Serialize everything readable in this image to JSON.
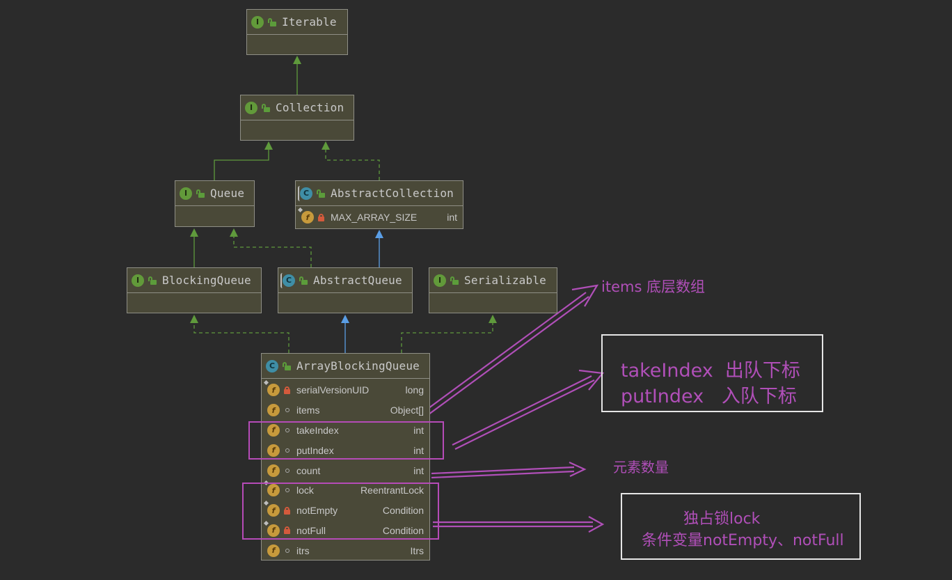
{
  "nodes": {
    "iterable": {
      "name": "Iterable",
      "kind": "interface"
    },
    "collection": {
      "name": "Collection",
      "kind": "interface"
    },
    "queue": {
      "name": "Queue",
      "kind": "interface"
    },
    "abstract_collection": {
      "name": "AbstractCollection",
      "kind": "abstract-class",
      "fields": [
        {
          "name": "MAX_ARRAY_SIZE",
          "type": "int"
        }
      ]
    },
    "blocking_queue": {
      "name": "BlockingQueue",
      "kind": "interface"
    },
    "abstract_queue": {
      "name": "AbstractQueue",
      "kind": "abstract-class"
    },
    "serializable": {
      "name": "Serializable",
      "kind": "interface"
    },
    "array_blocking_queue": {
      "name": "ArrayBlockingQueue",
      "kind": "class",
      "fields": [
        {
          "name": "serialVersionUID",
          "type": "long"
        },
        {
          "name": "items",
          "type": "Object[]"
        },
        {
          "name": "takeIndex",
          "type": "int"
        },
        {
          "name": "putIndex",
          "type": "int"
        },
        {
          "name": "count",
          "type": "int"
        },
        {
          "name": "lock",
          "type": "ReentrantLock"
        },
        {
          "name": "notEmpty",
          "type": "Condition"
        },
        {
          "name": "notFull",
          "type": "Condition"
        },
        {
          "name": "itrs",
          "type": "Itrs"
        }
      ]
    }
  },
  "badges": {
    "interface": "I",
    "class": "C",
    "field": "f"
  },
  "annotations": {
    "items_note": "items 底层数组",
    "index_note_line1": "takeIndex  出队下标",
    "index_note_line2": "putIndex   入队下标",
    "count_note": "元素数量",
    "lock_note_line1": "独占锁lock",
    "lock_note_line2": "条件变量notEmpty、notFull"
  },
  "colors": {
    "background": "#2b2b2b",
    "node_fill": "#4a4938",
    "extends_edge": "#5f9a3c",
    "class_extends_edge": "#5a9ee6",
    "annotation": "#b04fb8"
  },
  "icons": {
    "interface": "interface-icon",
    "class": "class-icon",
    "public": "unlock-icon",
    "private": "lock-icon",
    "package": "package-dot-icon",
    "field": "field-icon",
    "static": "pin-icon"
  }
}
